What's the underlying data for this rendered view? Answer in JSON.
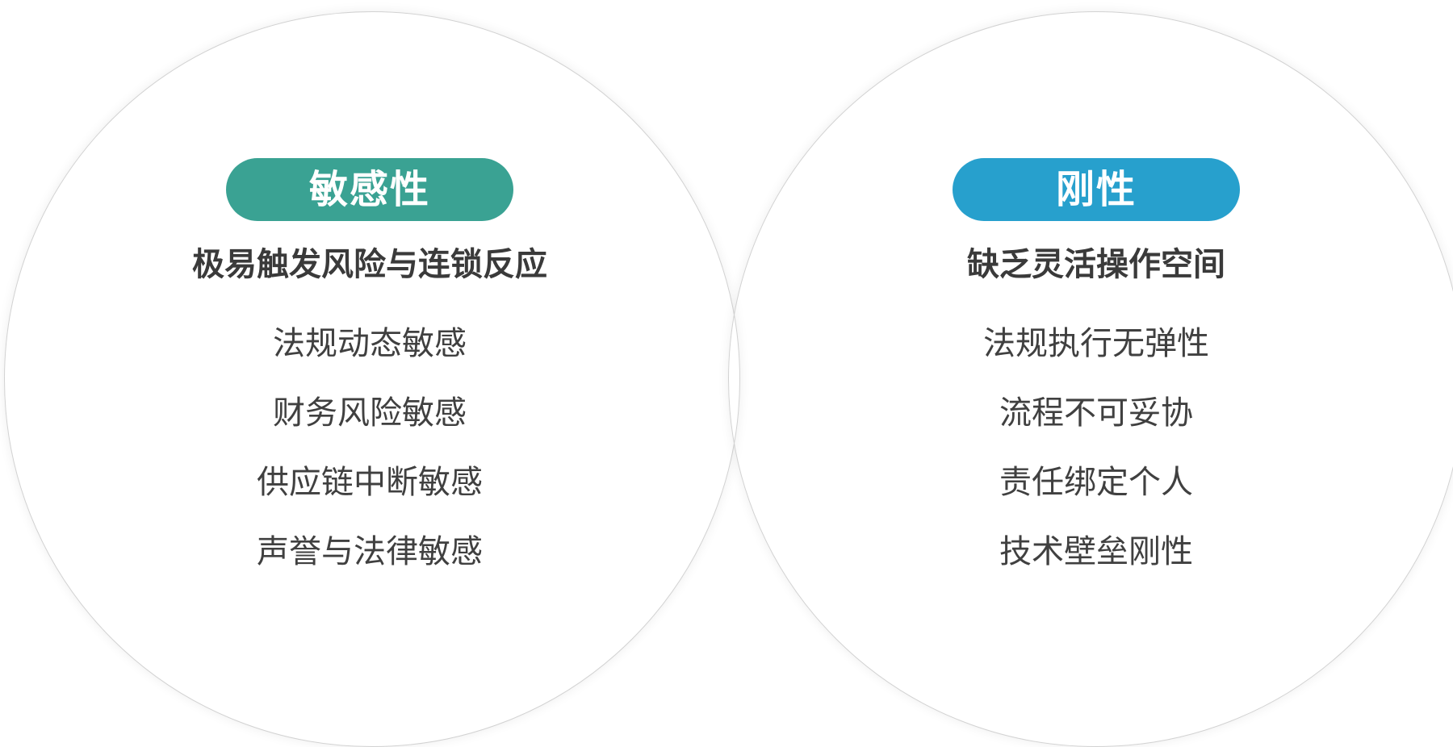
{
  "left": {
    "badge": "敏感性",
    "badge_color": "#3aa293",
    "subtitle": "极易触发风险与连锁反应",
    "items": [
      "法规动态敏感",
      "财务风险敏感",
      "供应链中断敏感",
      "声誉与法律敏感"
    ]
  },
  "right": {
    "badge": "刚性",
    "badge_color": "#27a0cd",
    "subtitle": "缺乏灵活操作空间",
    "items": [
      "法规执行无弹性",
      "流程不可妥协",
      "责任绑定个人",
      "技术壁垒刚性"
    ]
  }
}
